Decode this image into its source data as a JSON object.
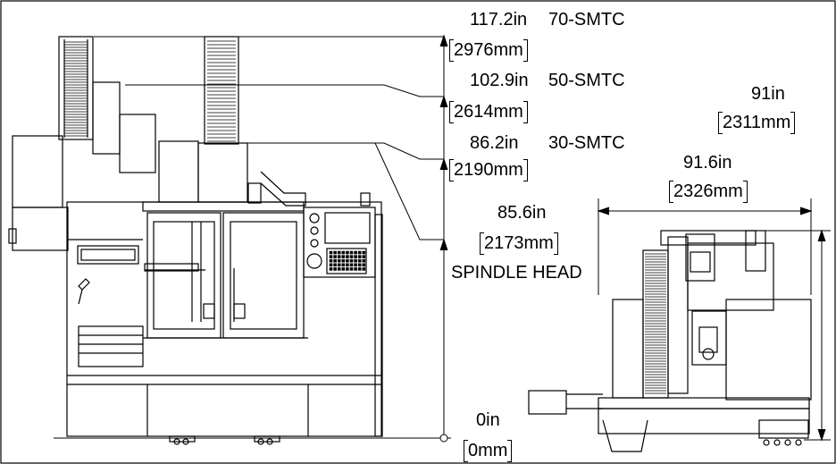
{
  "dimensions": {
    "h70": {
      "in": "117.2in",
      "model": "70-SMTC",
      "mm": "2976mm"
    },
    "h50": {
      "in": "102.9in",
      "model": "50-SMTC",
      "mm": "2614mm"
    },
    "h30": {
      "in": "86.2in",
      "model": "30-SMTC",
      "mm": "2190mm"
    },
    "spindle": {
      "in": "85.6in",
      "mm": "2173mm",
      "label": "SPINDLE HEAD"
    },
    "zero": {
      "in": "0in",
      "mm": "0mm"
    },
    "depth": {
      "in": "91.6in",
      "mm": "2326mm"
    },
    "side": {
      "in": "91in",
      "mm": "2311mm"
    }
  }
}
